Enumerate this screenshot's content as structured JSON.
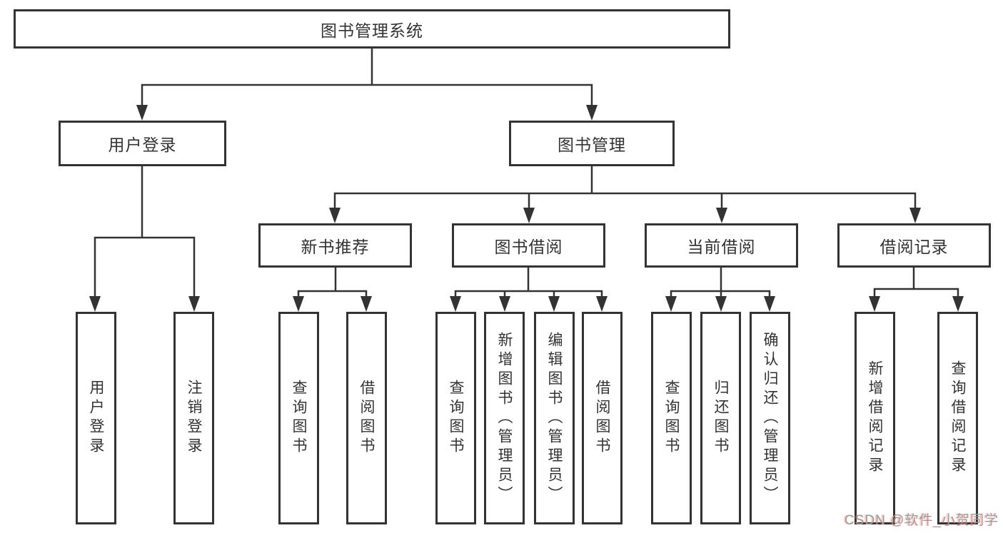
{
  "tree": {
    "root": "图书管理系统",
    "children": [
      {
        "label": "用户登录",
        "children": [
          "用户登录",
          "注销登录"
        ]
      },
      {
        "label": "图书管理",
        "children": [
          {
            "label": "新书推荐",
            "children": [
              "查询图书",
              "借阅图书"
            ]
          },
          {
            "label": "图书借阅",
            "children": [
              "查询图书",
              "新增图书（管理员）",
              "编辑图书（管理员）",
              "借阅图书"
            ]
          },
          {
            "label": "当前借阅",
            "children": [
              "查询图书",
              "归还图书",
              "确认归还（管理员）"
            ]
          },
          {
            "label": "借阅记录",
            "children": [
              "新增借阅记录",
              "查询借阅记录"
            ]
          }
        ]
      }
    ]
  },
  "watermark": {
    "text": "CSDN @软件_小贺同学"
  },
  "colors": {
    "line": "#333333",
    "text": "#333333",
    "background": "#ffffff",
    "watermark": "#9c9c9c"
  }
}
